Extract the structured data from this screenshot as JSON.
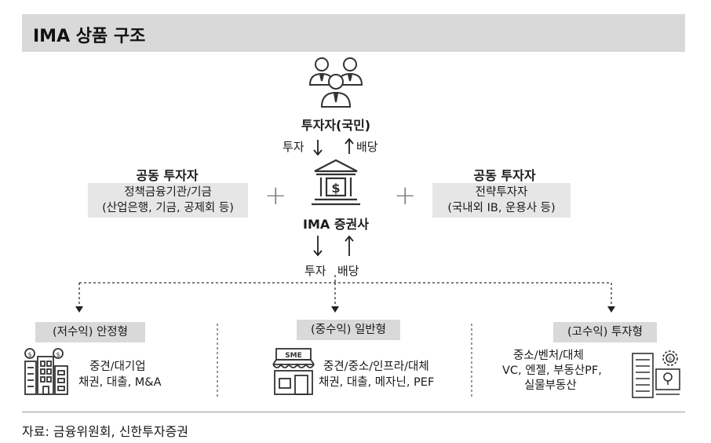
{
  "title": "IMA 상품 구조",
  "investors": {
    "label": "투자자(국민)",
    "invest": "투자",
    "dividend": "배당"
  },
  "left_partner": {
    "title": "공동 투자자",
    "line1": "정책금융기관/기금",
    "line2": "(산업은행, 기금, 공제회 등)"
  },
  "right_partner": {
    "title": "공동 투자자",
    "line1": "전략투자자",
    "line2": "(국내외 IB, 운용사 등)"
  },
  "center": {
    "label": "IMA 증권사"
  },
  "lower_flow": {
    "invest": "투자",
    "dividend": "배당"
  },
  "categories": [
    {
      "label": "(저수익) 안정형",
      "line1": "중견/대기업",
      "line2": "채권, 대출, M&A",
      "line3": ""
    },
    {
      "label": "(중수익) 일반형",
      "line1": "중견/중소/인프라/대체",
      "line2": "채권, 대출, 메자닌, PEF",
      "line3": "",
      "shop_sign": "SME"
    },
    {
      "label": "(고수익) 투자형",
      "line1": "중소/벤처/대체",
      "line2": "VC, 엔젤, 부동산PF,",
      "line3": "실물부동산"
    }
  ],
  "source": "자료: 금융위원회, 신한투자증권",
  "colors": {
    "title_bg": "#d9d9d9",
    "box_bg": "#e6e6e6",
    "plus": "#808080",
    "icon": "#333333"
  }
}
